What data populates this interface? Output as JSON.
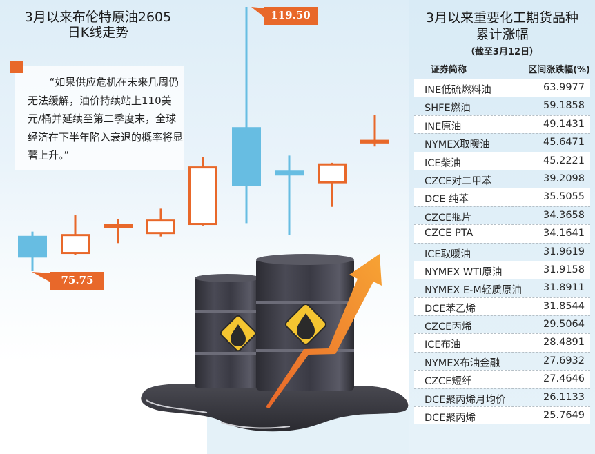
{
  "left": {
    "title_line1": "3月以来布伦特原油2605",
    "title_line2": "日K线走势",
    "quote": "“如果供应危机在未来几周仍无法缓解，油价持续站上110美元/桶并延续至第二季度末，全球经济在下半年陷入衰退的概率将显著上升。”",
    "high_label": "119.50",
    "low_label": "75.75"
  },
  "right": {
    "title_line1": "3月以来重要化工期货品种",
    "title_line2": "累计涨幅",
    "subtitle": "（截至3月12日）",
    "header_name": "证券简称",
    "header_value": "区间涨跌幅(%)",
    "rows": [
      {
        "name": "INE低硫燃料油",
        "value": "63.9977"
      },
      {
        "name": "SHFE燃油",
        "value": "59.1858"
      },
      {
        "name": "INE原油",
        "value": "49.1431"
      },
      {
        "name": "NYMEX取暖油",
        "value": "45.6471"
      },
      {
        "name": "ICE柴油",
        "value": "45.2221"
      },
      {
        "name": "CZCE对二甲苯",
        "value": "39.2098"
      },
      {
        "name": "DCE 纯苯",
        "value": "35.5055"
      },
      {
        "name": "CZCE瓶片",
        "value": "34.3658"
      },
      {
        "name": "CZCE PTA",
        "value": "34.1641"
      },
      {
        "name": "ICE取暖油",
        "value": "31.9619"
      },
      {
        "name": "NYMEX WTI原油",
        "value": "31.9158"
      },
      {
        "name": "NYMEX E-M轻质原油",
        "value": "31.8911"
      },
      {
        "name": "DCE苯乙烯",
        "value": "31.8544"
      },
      {
        "name": "CZCE丙烯",
        "value": "29.5064"
      },
      {
        "name": "ICE布油",
        "value": "28.4891"
      },
      {
        "name": "NYMEX布油金融",
        "value": "27.6932"
      },
      {
        "name": "CZCE短纤",
        "value": "27.4646"
      },
      {
        "name": "DCE聚丙烯月均价",
        "value": "26.1133"
      },
      {
        "name": "DCE聚丙烯",
        "value": "25.7649"
      }
    ]
  },
  "colors": {
    "up": "#e8682a",
    "down": "#67bde2",
    "label_bg": "#e8682a"
  },
  "chart_data": [
    {
      "type": "candlestick",
      "title": "3月以来布伦特原油2605日K线走势",
      "xlabel": "",
      "ylabel": "",
      "annotations": [
        {
          "text": "119.50",
          "target": "high of candle 6"
        },
        {
          "text": "75.75",
          "target": "low of candle 1"
        }
      ],
      "candles": [
        {
          "open": 81.6,
          "close": 78.0,
          "high": 82.3,
          "low": 75.75,
          "direction": "down"
        },
        {
          "open": 78.6,
          "close": 81.9,
          "high": 85.0,
          "low": 78.4,
          "direction": "up"
        },
        {
          "open": 82.9,
          "close": 83.6,
          "high": 84.4,
          "low": 80.4,
          "direction": "up"
        },
        {
          "open": 81.9,
          "close": 84.3,
          "high": 86.1,
          "low": 81.5,
          "direction": "up"
        },
        {
          "open": 83.4,
          "close": 93.1,
          "high": 94.6,
          "low": 83.3,
          "direction": "up"
        },
        {
          "open": 99.6,
          "close": 89.9,
          "high": 119.5,
          "low": 83.7,
          "direction": "down"
        },
        {
          "open": 92.4,
          "close": 91.6,
          "high": 94.9,
          "low": 81.8,
          "direction": "down"
        },
        {
          "open": 90.3,
          "close": 93.6,
          "high": 93.7,
          "low": 86.4,
          "direction": "up"
        },
        {
          "open": 96.9,
          "close": 97.5,
          "high": 101.6,
          "low": 96.4,
          "direction": "up"
        }
      ],
      "ylim": [
        75.75,
        119.5
      ],
      "grid": false
    },
    {
      "type": "table",
      "title": "3月以来重要化工期货品种累计涨幅（截至3月12日）",
      "columns": [
        "证券简称",
        "区间涨跌幅(%)"
      ],
      "categories": [
        "INE低硫燃料油",
        "SHFE燃油",
        "INE原油",
        "NYMEX取暖油",
        "ICE柴油",
        "CZCE对二甲苯",
        "DCE 纯苯",
        "CZCE瓶片",
        "CZCE PTA",
        "ICE取暖油",
        "NYMEX WTI原油",
        "NYMEX E-M轻质原油",
        "DCE苯乙烯",
        "CZCE丙烯",
        "ICE布油",
        "NYMEX布油金融",
        "CZCE短纤",
        "DCE聚丙烯月均价",
        "DCE聚丙烯"
      ],
      "values": [
        63.9977,
        59.1858,
        49.1431,
        45.6471,
        45.2221,
        39.2098,
        35.5055,
        34.3658,
        34.1641,
        31.9619,
        31.9158,
        31.8911,
        31.8544,
        29.5064,
        28.4891,
        27.6932,
        27.4646,
        26.1133,
        25.7649
      ]
    }
  ]
}
